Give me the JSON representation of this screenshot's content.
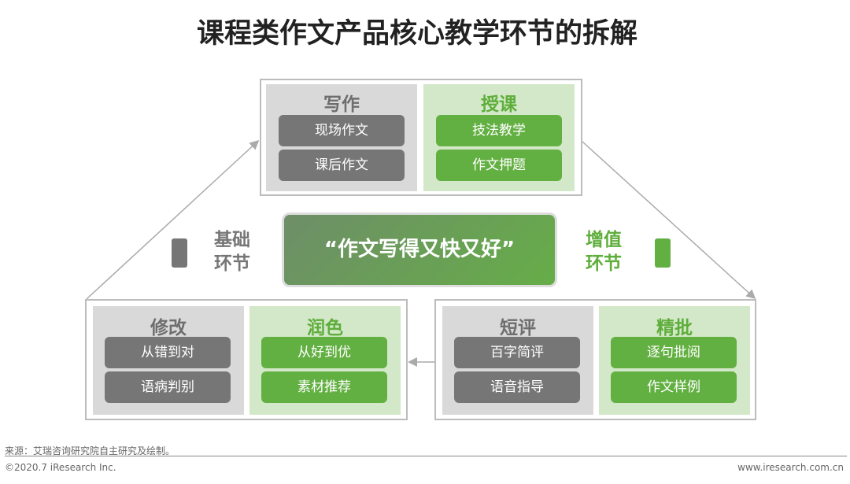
{
  "title": "课程类作文产品核心教学环节的拆解",
  "center": "“作文写得又快又好”",
  "basic": {
    "line1": "基础",
    "line2": "环节",
    "color": "#767676"
  },
  "value_added": {
    "line1": "增值",
    "line2": "环节",
    "color": "#63b042"
  },
  "top": {
    "basic": {
      "title": "写作",
      "items": [
        "现场作文",
        "课后作文"
      ]
    },
    "added": {
      "title": "授课",
      "items": [
        "技法教学",
        "作文押题"
      ]
    }
  },
  "bottom_left": {
    "basic": {
      "title": "修改",
      "items": [
        "从错到对",
        "语病判别"
      ]
    },
    "added": {
      "title": "润色",
      "items": [
        "从好到优",
        "素材推荐"
      ]
    }
  },
  "bottom_right": {
    "basic": {
      "title": "短评",
      "items": [
        "百字简评",
        "语音指导"
      ]
    },
    "added": {
      "title": "精批",
      "items": [
        "逐句批阅",
        "作文样例"
      ]
    }
  },
  "footer": {
    "source": "来源：艾瑞咨询研究院自主研究及绘制。",
    "copyright": "©2020.7 iResearch Inc.",
    "website": "www.iresearch.com.cn"
  }
}
